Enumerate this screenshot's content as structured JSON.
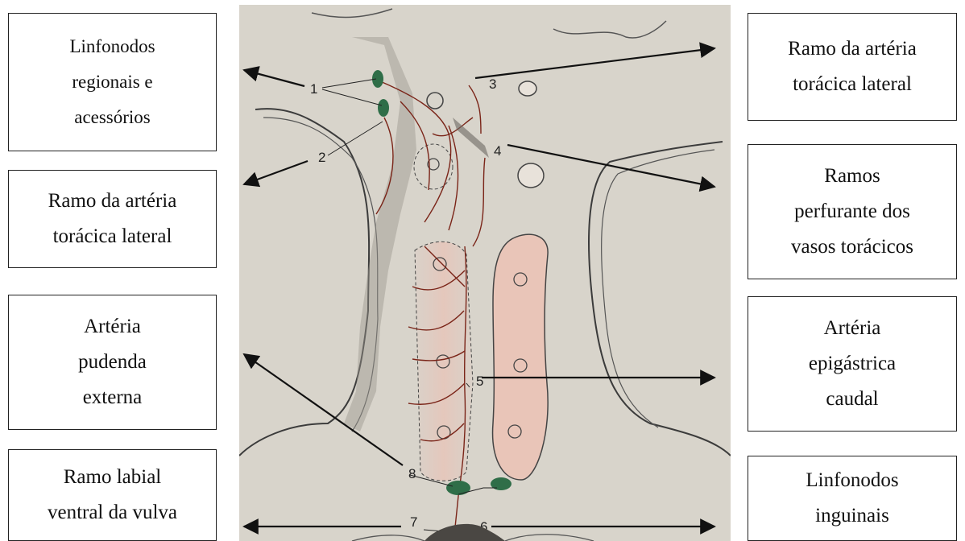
{
  "labels": {
    "left_1": "Linfonodos\nregionais e\nacessórios",
    "left_2": "Ramo da artéria\ntorácica lateral",
    "left_3": "Artéria\npudenda\nexterna",
    "left_4": "Ramo labial\nventral da vulva",
    "right_1": "Ramo da artéria\ntorácica lateral",
    "right_2": "Ramos\nperfurante dos\nvasos torácicos",
    "right_3": "Artéria\nepigástrica\ncaudal",
    "right_4": "Linfonodos\ninguinais"
  },
  "figure_numbers": [
    "1",
    "2",
    "3",
    "4",
    "5",
    "6",
    "7",
    "8"
  ],
  "colors": {
    "background_paper": "#d8d4cb",
    "node_green": "#2f6e48",
    "vessel_red": "#7a2418",
    "arrow": "#111111"
  }
}
